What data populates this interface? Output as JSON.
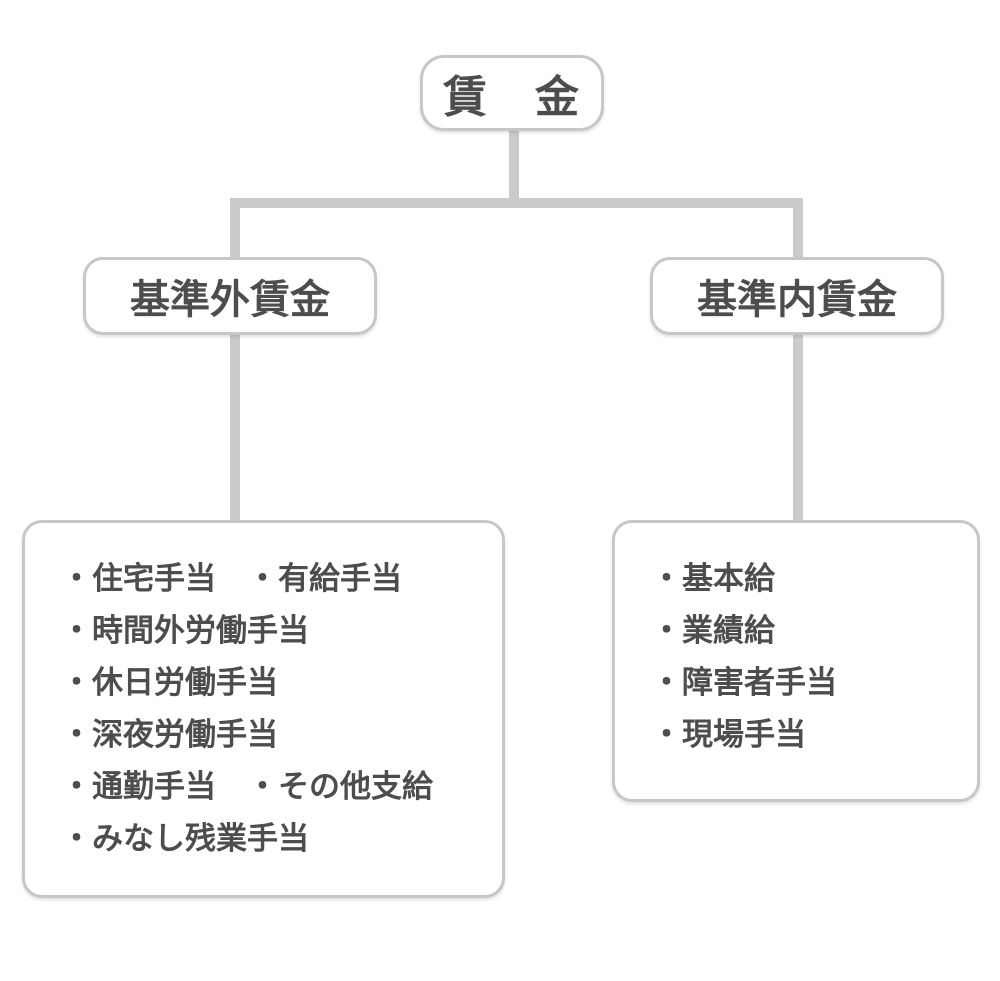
{
  "diagram": {
    "title_node": {
      "label": "賃　金"
    },
    "branches": [
      {
        "title": "基準外賃金",
        "items": [
          "・住宅手当　・有給手当",
          "・時間外労働手当",
          "・休日労働手当",
          "・深夜労働手当",
          "・通勤手当　・その他支給",
          "・みなし残業手当"
        ]
      },
      {
        "title": "基準内賃金",
        "items": [
          "・基本給",
          "・業績給",
          "・障害者手当",
          "・現場手当"
        ]
      }
    ],
    "colors": {
      "connector_line": "#cbcbcb",
      "box_border": "#c7c7c7",
      "text": "#4d4d4d",
      "background": "#ffffff"
    }
  }
}
